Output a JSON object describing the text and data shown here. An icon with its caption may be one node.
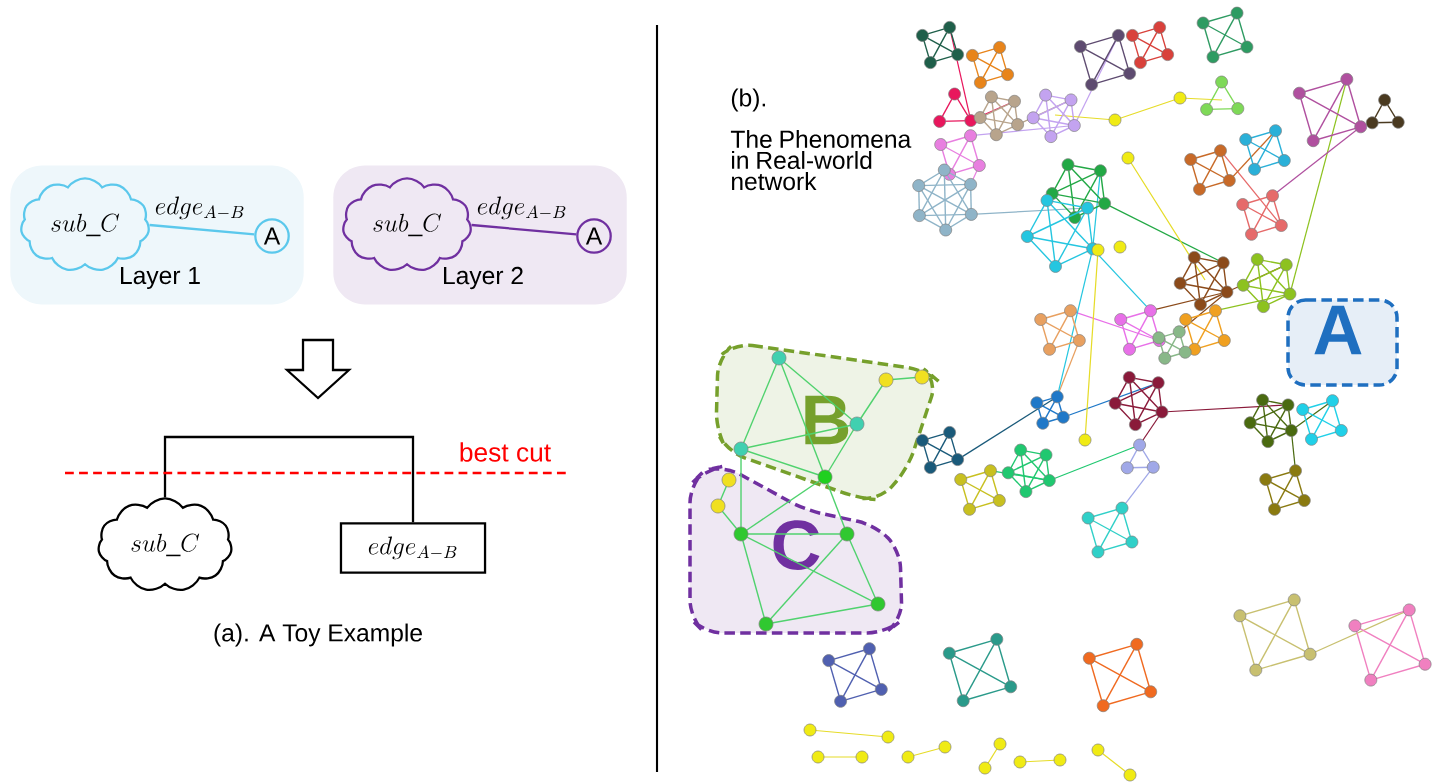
{
  "diagram": {
    "nodes": [
      {
        "text": [
          "Layer 1"
        ]
      },
      {
        "text": [
          "sub\\_C"
        ],
        "in": 0
      },
      {
        "text": [
          "A"
        ],
        "in": 0
      },
      {
        "text": [
          "Layer 2"
        ]
      },
      {
        "text": [
          "sub\\_C"
        ],
        "in": 3
      },
      {
        "text": [
          "A"
        ],
        "in": 3
      },
      {
        "text": [
          "sub\\_C"
        ]
      },
      {
        "text": [
          "edge_{A-B}"
        ]
      },
      {
        "text": [
          "A"
        ]
      },
      {
        "text": [
          "B"
        ]
      },
      {
        "text": [
          "C"
        ]
      }
    ],
    "edges": [
      {
        "from": 1,
        "to": 2,
        "arrow": "none",
        "label": "edge_{A-B}",
        "color": "#5bc8ec"
      },
      {
        "from": 4,
        "to": 5,
        "arrow": "none",
        "label": "edge_{A-B}",
        "color": "#7030a0"
      },
      {
        "from": 6,
        "to": 7,
        "arrow": "none",
        "color": "#000000"
      }
    ],
    "labels": [
      "best cut",
      "(a). A Toy Example",
      "(b).",
      "The Phenomena in Real-world network"
    ]
  }
}
